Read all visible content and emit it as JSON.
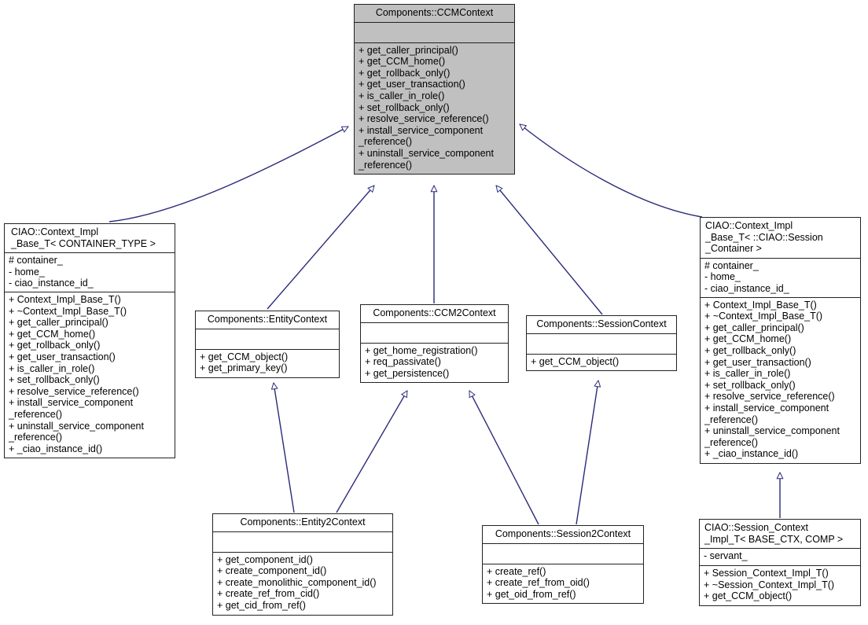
{
  "diagram": {
    "kind": "uml-class-inheritance-diagram",
    "title": "Components::CCMContext inheritance graph",
    "colors": {
      "edge": "#2a2a7a",
      "node_border": "#222222",
      "node_fill": "#ffffff",
      "root_fill": "#c0c0c0",
      "text": "#000000"
    }
  },
  "nodes": [
    {
      "id": "ccmcontext",
      "name": "Components::CCMContext",
      "highlighted": true,
      "attributes": [],
      "operations": [
        "+ get_caller_principal()",
        "+ get_CCM_home()",
        "+ get_rollback_only()",
        "+ get_user_transaction()",
        "+ is_caller_in_role()",
        "+ set_rollback_only()",
        "+ resolve_service_reference()",
        "+ install_service_component",
        "_reference()",
        "+ uninstall_service_component",
        "_reference()"
      ]
    },
    {
      "id": "ctx_impl_base_container_type",
      "name": "CIAO::Context_Impl\n_Base_T< CONTAINER_TYPE >",
      "highlighted": false,
      "attributes": [
        "# container_",
        "- home_",
        "- ciao_instance_id_"
      ],
      "operations": [
        "+ Context_Impl_Base_T()",
        "+ ~Context_Impl_Base_T()",
        "+ get_caller_principal()",
        "+ get_CCM_home()",
        "+ get_rollback_only()",
        "+ get_user_transaction()",
        "+ is_caller_in_role()",
        "+ set_rollback_only()",
        "+ resolve_service_reference()",
        "+ install_service_component",
        "_reference()",
        "+ uninstall_service_component",
        "_reference()",
        "+ _ciao_instance_id()"
      ]
    },
    {
      "id": "ctx_impl_base_session_container",
      "name": "CIAO::Context_Impl\n_Base_T< ::CIAO::Session\n            _Container >",
      "highlighted": false,
      "attributes": [
        "# container_",
        "- home_",
        "- ciao_instance_id_"
      ],
      "operations": [
        "+ Context_Impl_Base_T()",
        "+ ~Context_Impl_Base_T()",
        "+ get_caller_principal()",
        "+ get_CCM_home()",
        "+ get_rollback_only()",
        "+ get_user_transaction()",
        "+ is_caller_in_role()",
        "+ set_rollback_only()",
        "+ resolve_service_reference()",
        "+ install_service_component",
        "_reference()",
        "+ uninstall_service_component",
        "_reference()",
        "+ _ciao_instance_id()"
      ]
    },
    {
      "id": "entitycontext",
      "name": "Components::EntityContext",
      "highlighted": false,
      "attributes": [],
      "operations": [
        "+ get_CCM_object()",
        "+ get_primary_key()"
      ]
    },
    {
      "id": "ccm2context",
      "name": "Components::CCM2Context",
      "highlighted": false,
      "attributes": [],
      "operations": [
        "+ get_home_registration()",
        "+ req_passivate()",
        "+ get_persistence()"
      ]
    },
    {
      "id": "sessioncontext",
      "name": "Components::SessionContext",
      "highlighted": false,
      "attributes": [],
      "operations": [
        "+ get_CCM_object()"
      ]
    },
    {
      "id": "entity2context",
      "name": "Components::Entity2Context",
      "highlighted": false,
      "attributes": [],
      "operations": [
        "+ get_component_id()",
        "+ create_component_id()",
        "+ create_monolithic_component_id()",
        "+ create_ref_from_cid()",
        "+ get_cid_from_ref()"
      ]
    },
    {
      "id": "session2context",
      "name": "Components::Session2Context",
      "highlighted": false,
      "attributes": [],
      "operations": [
        "+ create_ref()",
        "+ create_ref_from_oid()",
        "+ get_oid_from_ref()"
      ]
    },
    {
      "id": "session_context_impl_t",
      "name": "CIAO::Session_Context\n_Impl_T< BASE_CTX, COMP >",
      "highlighted": false,
      "attributes": [
        "- servant_"
      ],
      "operations": [
        "+ Session_Context_Impl_T()",
        "+ ~Session_Context_Impl_T()",
        "+ get_CCM_object()"
      ]
    }
  ],
  "edges": [
    {
      "from": "ctx_impl_base_container_type",
      "to": "ccmcontext",
      "type": "generalization"
    },
    {
      "from": "ctx_impl_base_session_container",
      "to": "ccmcontext",
      "type": "generalization"
    },
    {
      "from": "entitycontext",
      "to": "ccmcontext",
      "type": "generalization"
    },
    {
      "from": "ccm2context",
      "to": "ccmcontext",
      "type": "generalization"
    },
    {
      "from": "sessioncontext",
      "to": "ccmcontext",
      "type": "generalization"
    },
    {
      "from": "entity2context",
      "to": "entitycontext",
      "type": "generalization"
    },
    {
      "from": "entity2context",
      "to": "ccm2context",
      "type": "generalization"
    },
    {
      "from": "session2context",
      "to": "ccm2context",
      "type": "generalization"
    },
    {
      "from": "session2context",
      "to": "sessioncontext",
      "type": "generalization"
    },
    {
      "from": "session_context_impl_t",
      "to": "ctx_impl_base_session_container",
      "type": "generalization"
    }
  ]
}
